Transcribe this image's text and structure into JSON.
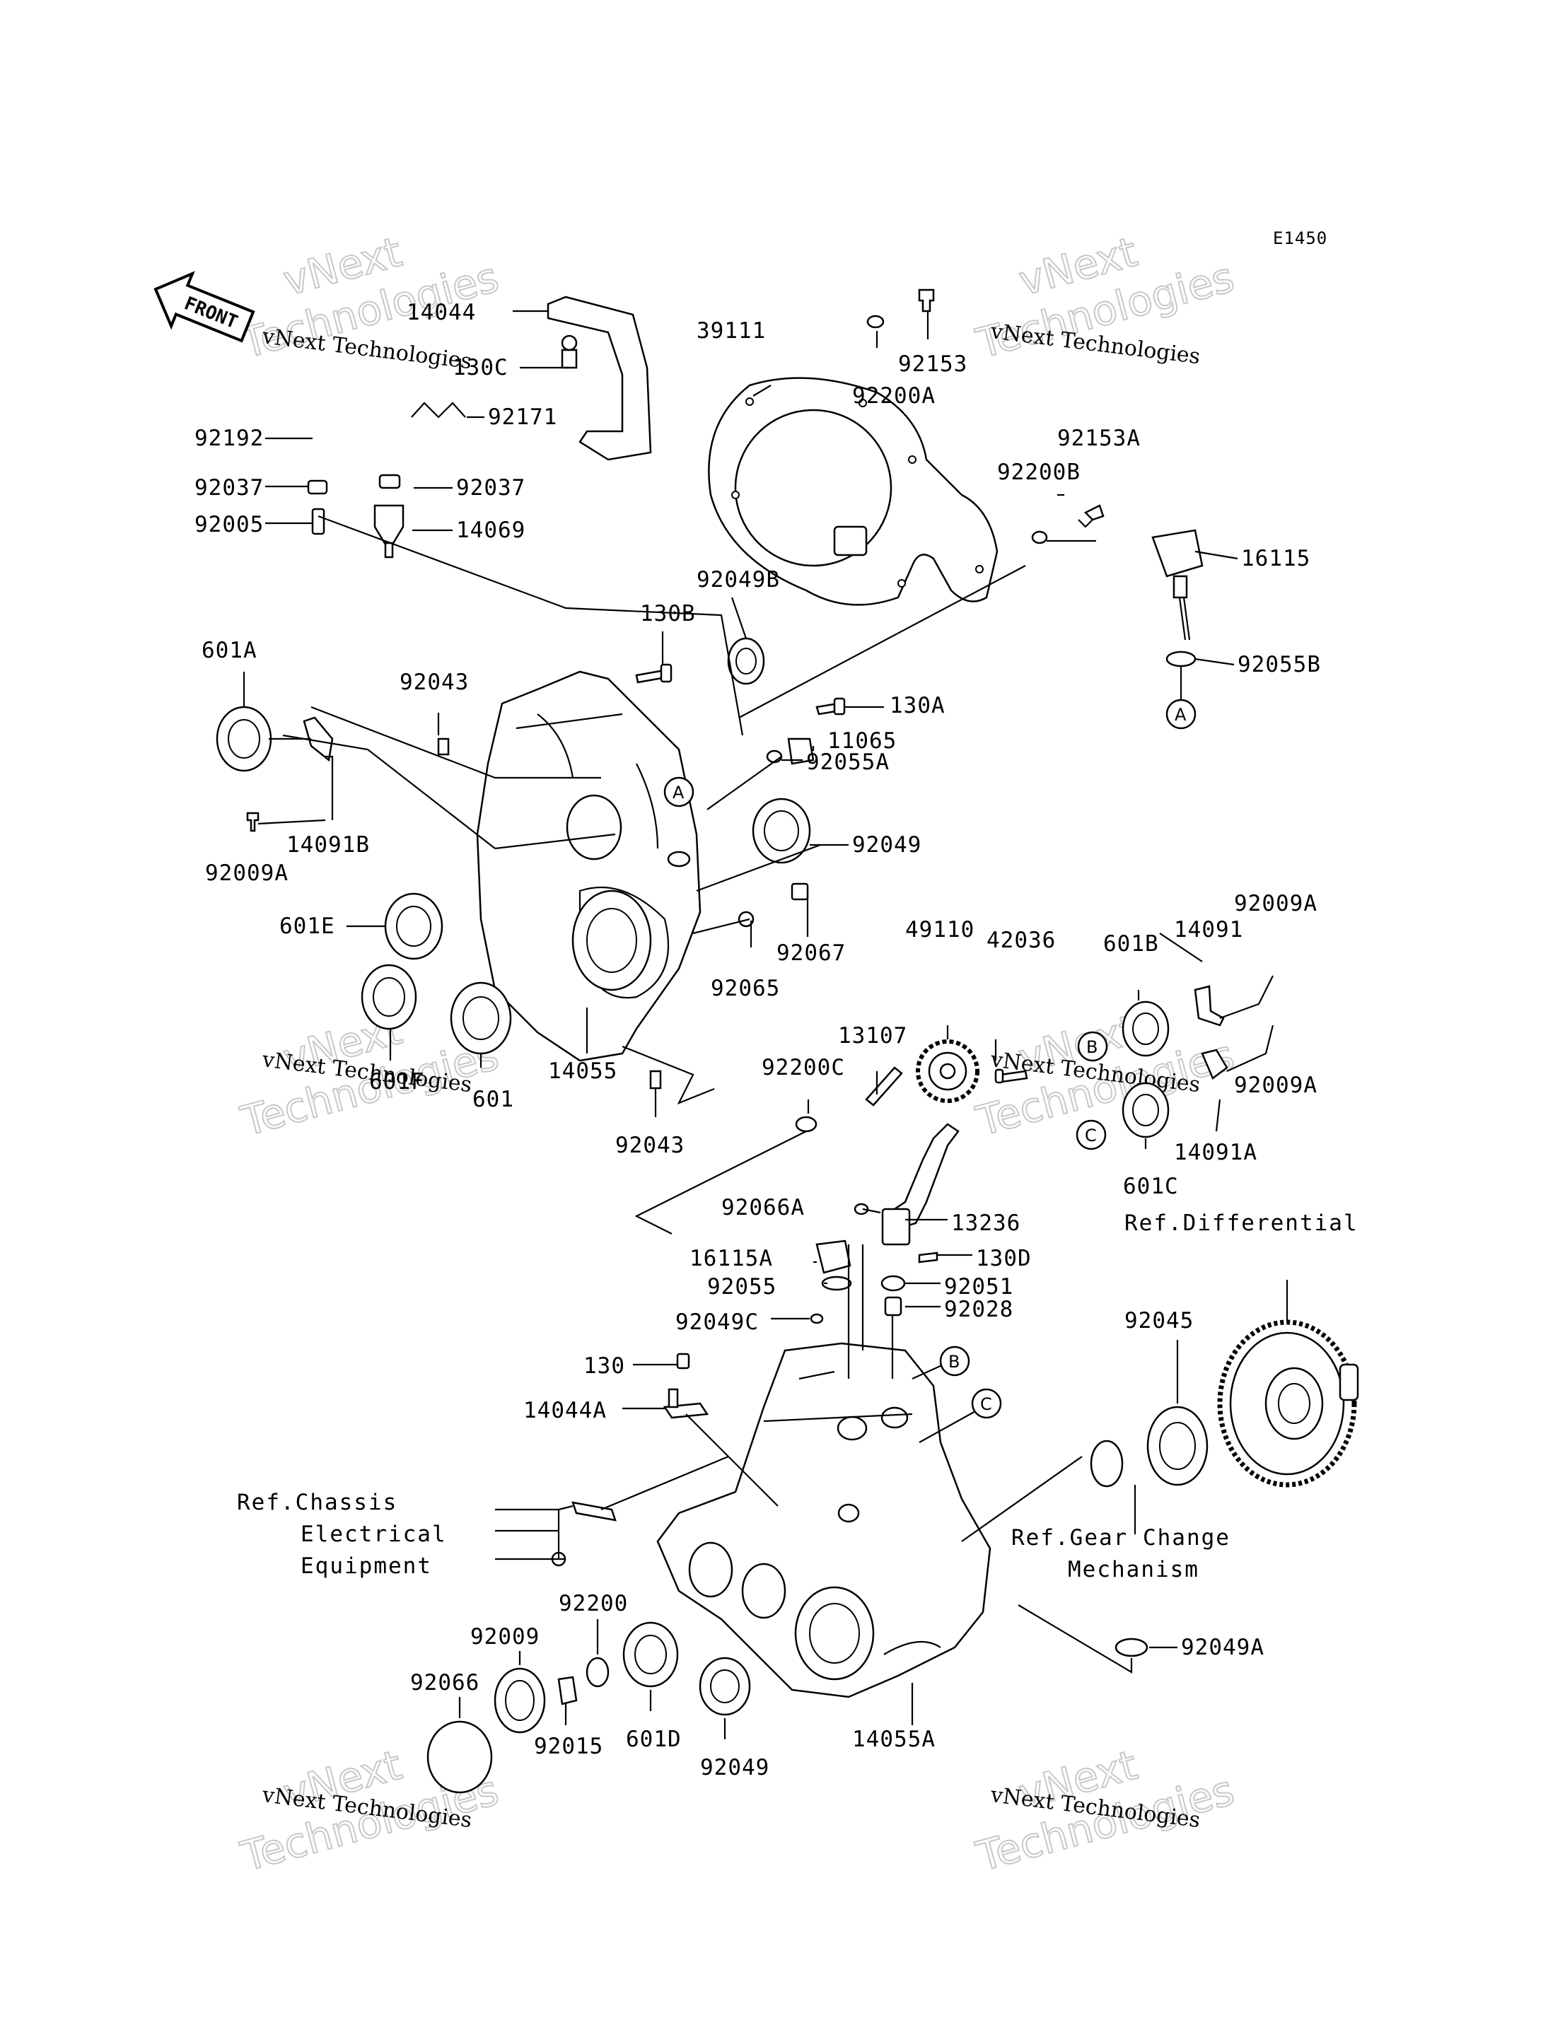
{
  "diagram_code": "E1450",
  "front_label": "FRONT",
  "watermark": {
    "line1": "vNext Technologies",
    "line2": "vNext",
    "line3": "Technologies"
  },
  "callouts": {
    "A": "A",
    "B": "B",
    "C": "C"
  },
  "references": {
    "differential": "Ref.Differential",
    "chassis_line1": "Ref.Chassis",
    "chassis_line2": "Electrical",
    "chassis_line3": "Equipment",
    "gear_line1": "Ref.Gear Change",
    "gear_line2": "Mechanism"
  },
  "parts": {
    "p14044": "14044",
    "p130C": "130C",
    "p92171": "92171",
    "p92192": "92192",
    "p92037a": "92037",
    "p92037b": "92037",
    "p92005": "92005",
    "p14069": "14069",
    "p39111": "39111",
    "p92200A": "92200A",
    "p92153": "92153",
    "p92153A": "92153A",
    "p92200B": "92200B",
    "p16115": "16115",
    "p92055B": "92055B",
    "p130B": "130B",
    "p92049B": "92049B",
    "p601A": "601A",
    "p92043a": "92043",
    "p130A": "130A",
    "p11065": "11065",
    "p92055A": "92055A",
    "p14091B": "14091B",
    "p92009A_a": "92009A",
    "p92049a": "92049",
    "p601E": "601E",
    "p92067": "92067",
    "p92065": "92065",
    "p601F": "601F",
    "p601": "601",
    "p14055": "14055",
    "p92043b": "92043",
    "p42036": "42036",
    "p49110": "49110",
    "p601B": "601B",
    "p14091": "14091",
    "p92009A_b": "92009A",
    "p13107": "13107",
    "p92200C": "92200C",
    "p92009A_c": "92009A",
    "p14091A": "14091A",
    "p601C": "601C",
    "p92066A": "92066A",
    "p13236": "13236",
    "p16115A": "16115A",
    "p130D": "130D",
    "p92055": "92055",
    "p92051": "92051",
    "p92049C": "92049C",
    "p92028": "92028",
    "p92045": "92045",
    "p130": "130",
    "p14044A": "14044A",
    "p92200": "92200",
    "p92009": "92009",
    "p92066": "92066",
    "p92049A": "92049A",
    "p92015": "92015",
    "p601D": "601D",
    "p92049b": "92049",
    "p14055A": "14055A"
  }
}
